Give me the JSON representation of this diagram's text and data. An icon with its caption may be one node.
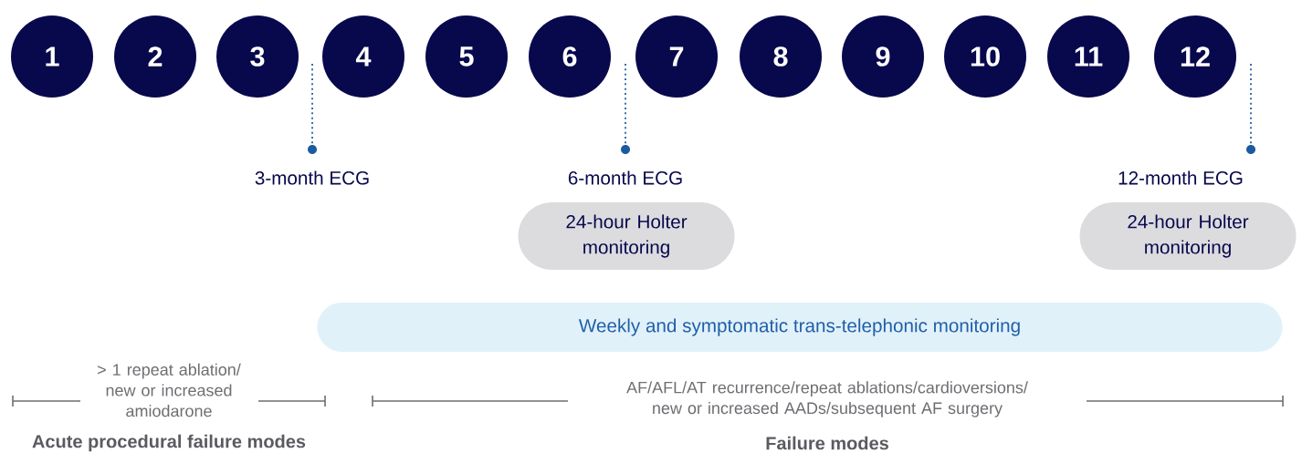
{
  "diagram": {
    "nodes": [
      {
        "text": [
          "1"
        ]
      },
      {
        "text": [
          "2"
        ]
      },
      {
        "text": [
          "3"
        ]
      },
      {
        "text": [
          "4"
        ]
      },
      {
        "text": [
          "5"
        ]
      },
      {
        "text": [
          "6"
        ]
      },
      {
        "text": [
          "7"
        ]
      },
      {
        "text": [
          "8"
        ]
      },
      {
        "text": [
          "9"
        ]
      },
      {
        "text": [
          "10"
        ]
      },
      {
        "text": [
          "11"
        ]
      },
      {
        "text": [
          "12"
        ]
      },
      {
        "text": [
          "24-hour Holter monitoring"
        ]
      },
      {
        "text": [
          "24-hour Holter monitoring"
        ]
      },
      {
        "text": [
          "Weekly and symptomatic trans-telephonic monitoring"
        ]
      }
    ],
    "labels": [
      "3-month ECG",
      "6-month ECG",
      "12-month ECG",
      "> 1 repeat ablation/ new or increased amiodarone",
      "AF/AFL/AT recurrence/repeat ablations/cardioversions/ new or increased AADs/subsequent AF surgery",
      "Acute procedural failure modes",
      "Failure modes"
    ]
  }
}
